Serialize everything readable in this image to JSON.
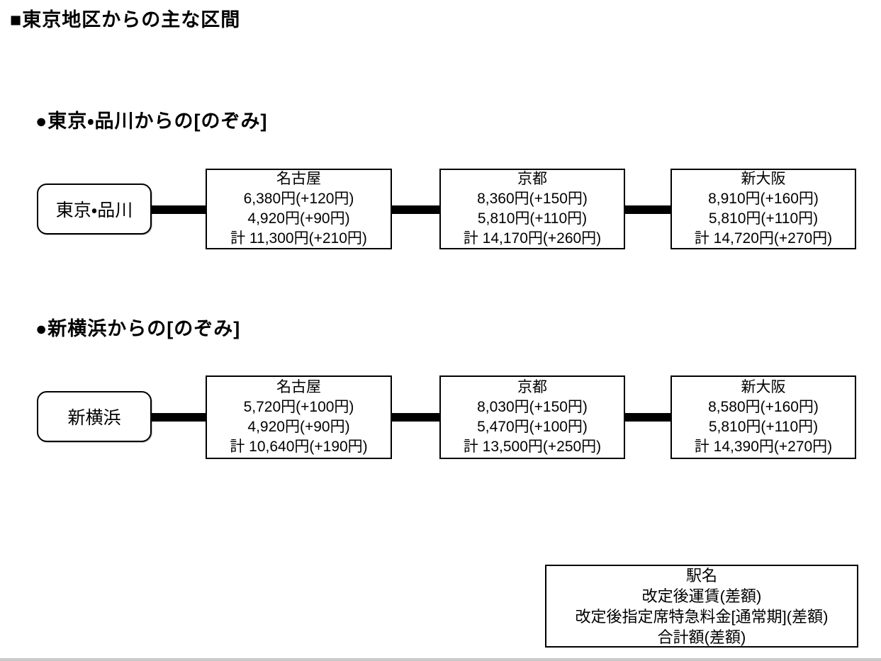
{
  "title": "■東京地区からの主な区間",
  "sections": [
    {
      "heading": "●東京・品川からの[のぞみ]",
      "origin": "東京・品川",
      "destinations": [
        {
          "station": "名古屋",
          "fare": "6,380円(+120円)",
          "express": "4,920円(+90円)",
          "total": "計 11,300円(+210円)"
        },
        {
          "station": "京都",
          "fare": "8,360円(+150円)",
          "express": "5,810円(+110円)",
          "total": "計 14,170円(+260円)"
        },
        {
          "station": "新大阪",
          "fare": "8,910円(+160円)",
          "express": "5,810円(+110円)",
          "total": "計 14,720円(+270円)"
        }
      ]
    },
    {
      "heading": "●新横浜からの[のぞみ]",
      "origin": "新横浜",
      "destinations": [
        {
          "station": "名古屋",
          "fare": "5,720円(+100円)",
          "express": "4,920円(+90円)",
          "total": "計 10,640円(+190円)"
        },
        {
          "station": "京都",
          "fare": "8,030円(+150円)",
          "express": "5,470円(+100円)",
          "total": "計 13,500円(+250円)"
        },
        {
          "station": "新大阪",
          "fare": "8,580円(+160円)",
          "express": "5,810円(+110円)",
          "total": "計 14,390円(+270円)"
        }
      ]
    }
  ],
  "legend": {
    "lines": [
      "駅名",
      "改定後運賃(差額)",
      "改定後指定席特急料金[通常期](差額)",
      "合計額(差額)"
    ]
  },
  "colors": {
    "border": "#000000",
    "connector": "#000000",
    "background": "#ffffff",
    "bottom_bar": "#c9c9c9"
  }
}
